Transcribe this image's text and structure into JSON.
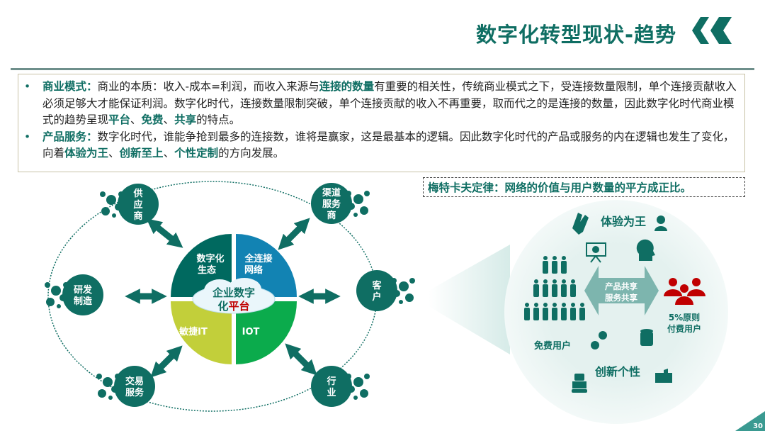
{
  "header": {
    "title": "数字化转型现状-趋势"
  },
  "colors": {
    "accent": "#0f6e63",
    "blue": "#1283b3",
    "lime": "#c2cf3a",
    "green": "#0bab4c",
    "red": "#c00000"
  },
  "bullets": [
    {
      "label": "商业模式：",
      "t1": "商业的本质：收入-成本=利润，而收入来源与",
      "h1": "连接的数量",
      "t2": "有重要的相关性，传统商业模式之下，受连接数量限制，单个连接贡献收入必须足够大才能保证利润。数字化时代，连接数量限制突破，单个连接贡献的收入不再重要，取而代之的是连接的数量，因此数字化时代商业模式的趋势呈现",
      "h2": "平台",
      "s1": "、",
      "h3": "免费",
      "s2": "、",
      "h4": "共享",
      "t3": "的特点。"
    },
    {
      "label": "产品服务：",
      "t1": "数字化时代，谁能争抢到最多的连接数，谁将是赢家，这是最基本的逻辑。因此数字化时代的产品或服务的内在逻辑也发生了变化，向着",
      "h1": "体验为王",
      "s1": "、",
      "h2": "创新至上",
      "s2": "、",
      "h3": "个性定制",
      "t2": "的方向发展。"
    }
  ],
  "law": "梅特卡夫定律：网络的价值与用户数量的平方成正比。",
  "diagram": {
    "nodes": [
      [
        "供",
        "应",
        "商"
      ],
      [
        "渠道",
        "服务",
        "商"
      ],
      [
        "研发",
        "制造"
      ],
      [
        "客",
        "户"
      ],
      [
        "交易",
        "服务"
      ],
      [
        "行",
        "业"
      ]
    ],
    "quadrants": [
      [
        "数字化",
        "生态"
      ],
      [
        "全连接",
        "网络"
      ],
      [
        "敏捷IT"
      ],
      [
        "IOT"
      ]
    ],
    "center": {
      "line1": "企业数字",
      "line2a": "化",
      "line2b": "平台"
    }
  },
  "right": {
    "experience": "体验为王",
    "innovation": "创新个性",
    "share1": "产品共享",
    "share2": "服务共享",
    "free_users": "免费用户",
    "paid1": "5%原则",
    "paid2": "付费用户"
  },
  "page_number": "30"
}
